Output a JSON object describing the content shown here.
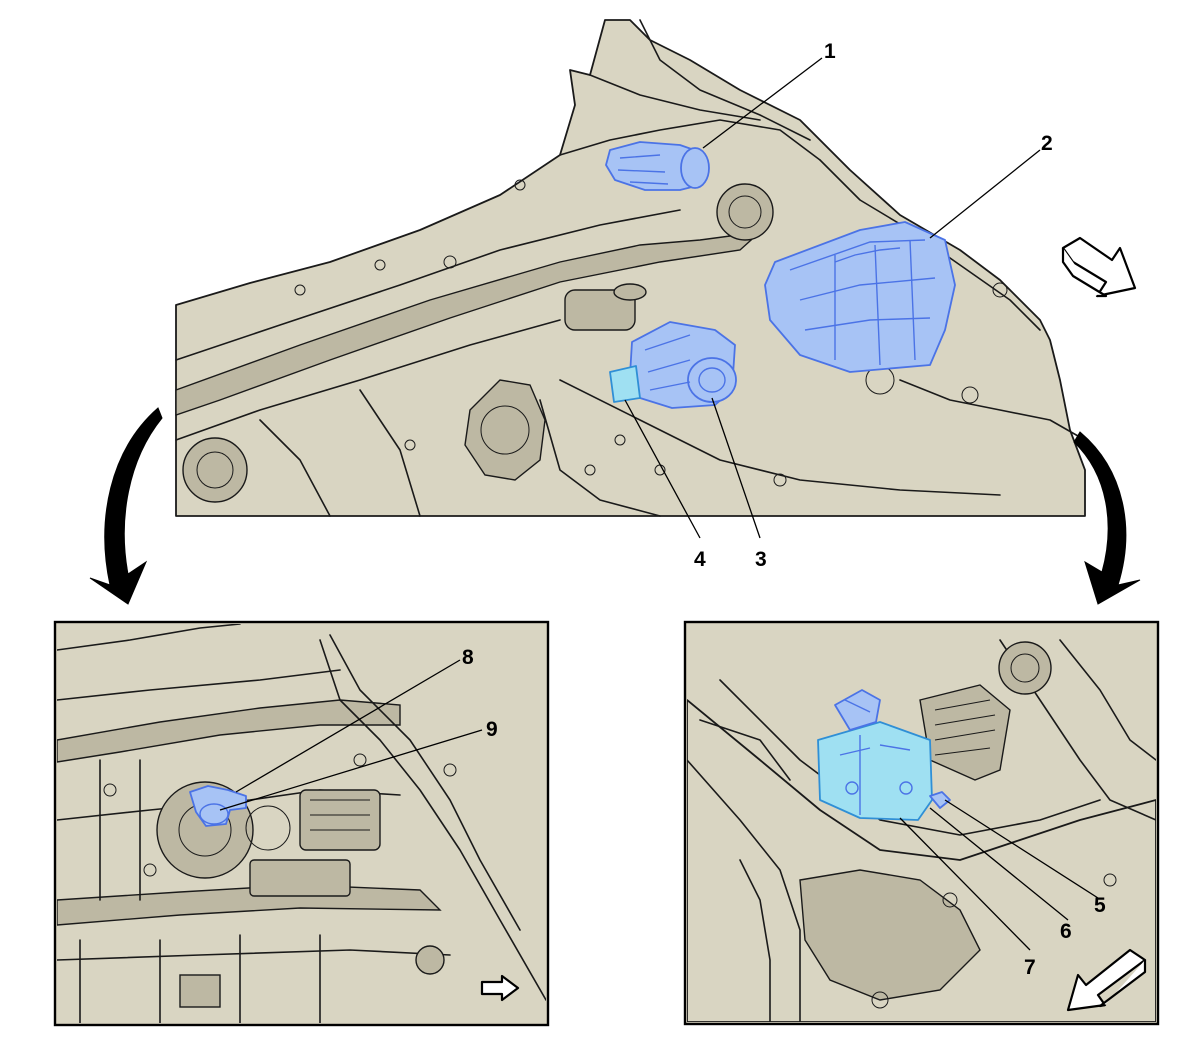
{
  "callouts": {
    "c1": "1",
    "c2": "2",
    "c3": "3",
    "c4": "4",
    "c5": "5",
    "c6": "6",
    "c7": "7",
    "c8": "8",
    "c9": "9"
  },
  "colors": {
    "line_art_fill": "#d9d5c2",
    "highlight_component": "#a7c3f5",
    "highlight_outline": "#4b73e6",
    "highlight_cyan": "#9fe0f2",
    "frame": "#000000"
  },
  "icons": {
    "forward_arrow_main": "hollow-direction-arrow",
    "forward_arrow_left_inset": "hollow-direction-arrow-small",
    "forward_arrow_right_inset": "hollow-direction-arrow",
    "zoom_arrow_left": "curved-zoom-arrow",
    "zoom_arrow_right": "curved-zoom-arrow"
  }
}
